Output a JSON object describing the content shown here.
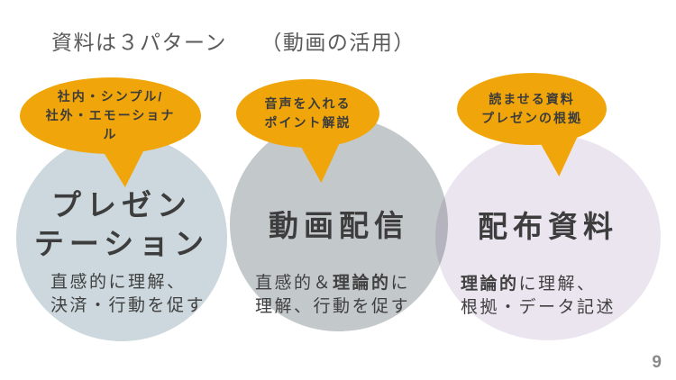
{
  "title": "資料は３パターン　　（動画の活用）",
  "page_number": "9",
  "colors": {
    "callout_fill": "#f0a60a",
    "circle_presentation_fill": "#ccd8dd",
    "circle_video_fill": "#c3c8ca",
    "circle_handout_fill": "#ebe5f0",
    "title_text": "#5a5a5a",
    "body_text": "#3d3d3d"
  },
  "circles": [
    {
      "name": "プレゼン\nテーション",
      "callout": "社内・シンプル/\n社外・エモーショナ\nル",
      "desc_pre": "直感的に理解、\n決済・行動を促す",
      "desc_bold": "",
      "desc_post": ""
    },
    {
      "name": "動画配信",
      "callout": "音声を入れる\nポイント解説",
      "desc_pre": "直感的＆",
      "desc_bold": "理論的",
      "desc_post": "に\n理解、行動を促す"
    },
    {
      "name": "配布資料",
      "callout": "読ませる資料\nプレゼンの根拠",
      "desc_pre": "",
      "desc_bold": "理論的",
      "desc_post": "に理解、\n根拠・データ記述"
    }
  ]
}
